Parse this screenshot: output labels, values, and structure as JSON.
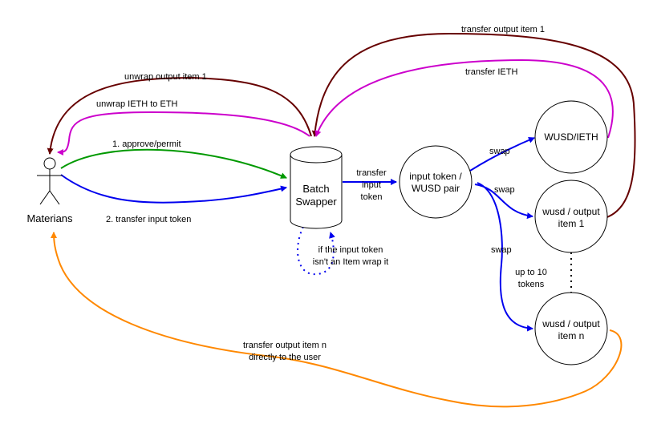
{
  "colors": {
    "dark_red": "#660000",
    "magenta": "#cc00cc",
    "green": "#009900",
    "blue": "#0000ee",
    "orange": "#ff8800",
    "black": "#000000"
  },
  "actor": {
    "label": "Materians",
    "icon": "person-icon"
  },
  "swapper": {
    "line1": "Batch",
    "line2": "Swapper"
  },
  "nodes": {
    "pair": {
      "line1": "input token /",
      "line2": "WUSD pair"
    },
    "wusd_ieth": {
      "line1": "WUSD/IETH"
    },
    "out1": {
      "line1": "wusd / output",
      "line2": "item 1"
    },
    "outn": {
      "line1": "wusd / output",
      "line2": "item n"
    }
  },
  "edges": {
    "transfer_output_item_1": "transfer output item 1",
    "unwrap_output_item_1": "unwrap output item 1",
    "transfer_ieth": "transfer IETH",
    "unwrap_ieth_to_eth": "unwrap IETH to ETH",
    "approve_permit": "1. approve/permit",
    "transfer_input_token": "2. transfer input token",
    "transfer_input_l1": "transfer",
    "transfer_input_l2": "input",
    "transfer_input_l3": "token",
    "wrap_l1": "if the input token",
    "wrap_l2": "isn't an Item wrap it",
    "swap_1": "swap",
    "swap_2": "swap",
    "swap_3": "swap",
    "up_to_l1": "up to 10",
    "up_to_l2": "tokens",
    "direct_l1": "transfer output item n",
    "direct_l2": "directly to the user"
  }
}
